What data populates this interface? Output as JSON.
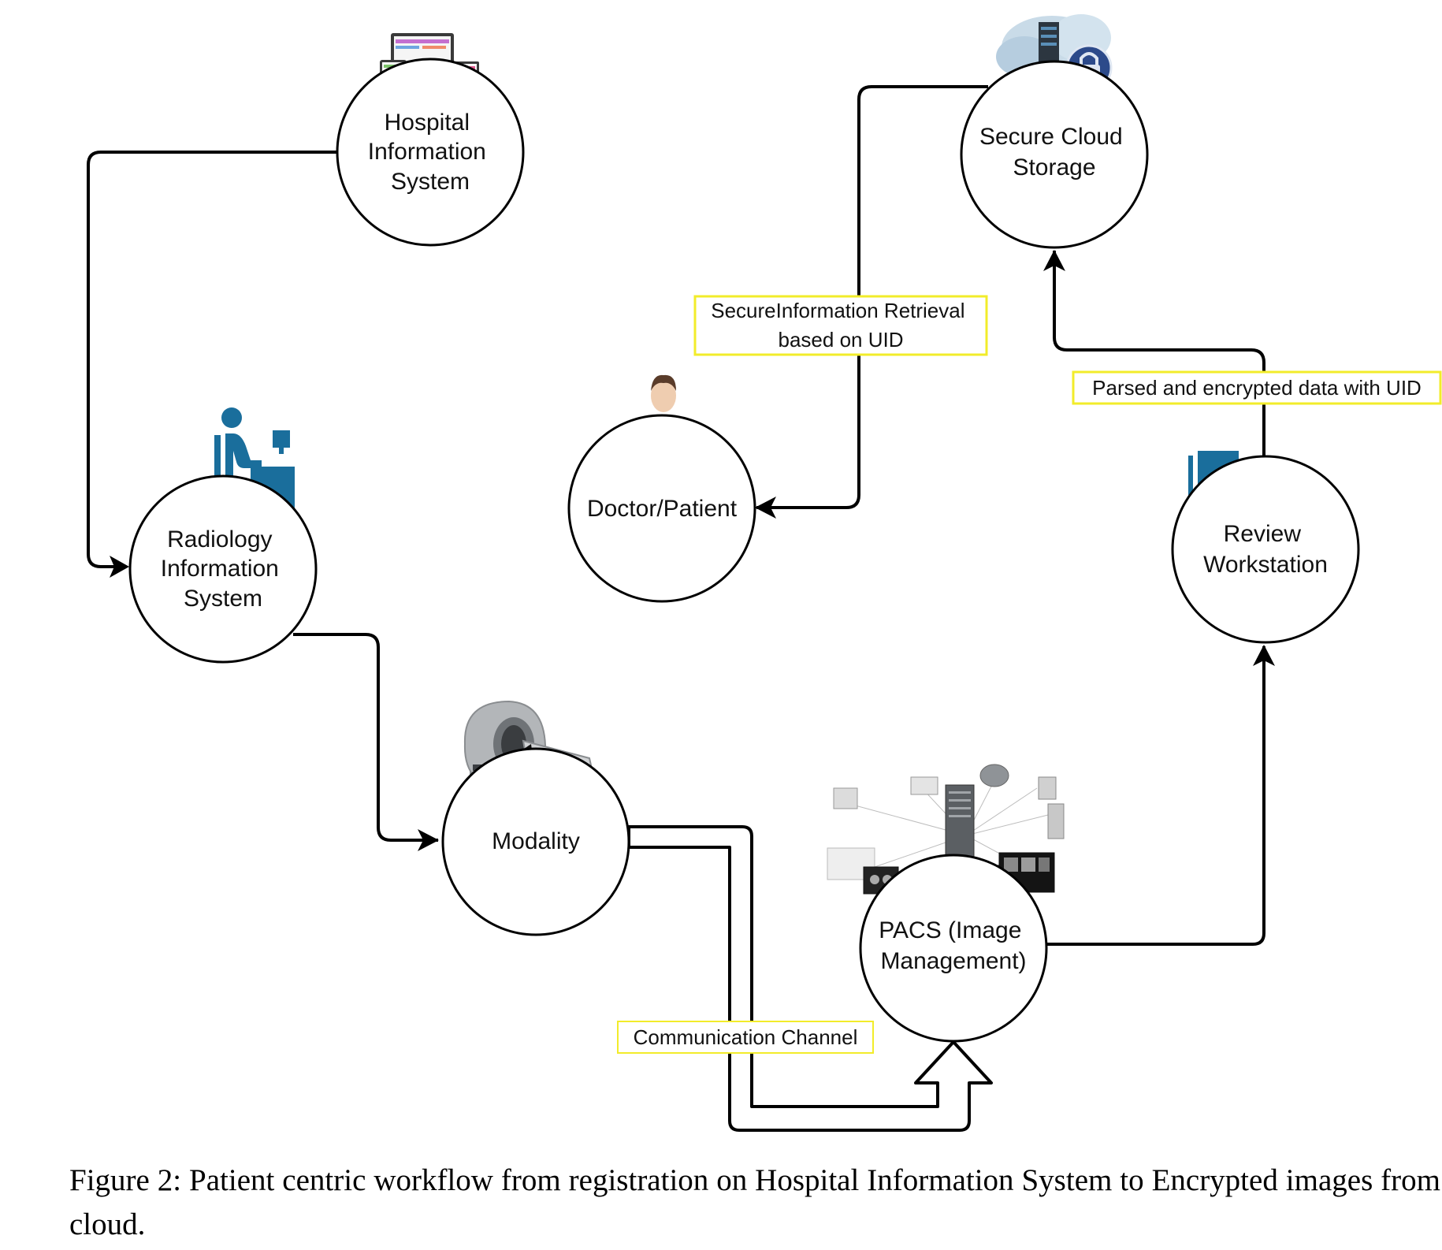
{
  "nodes": {
    "his": [
      "Hospital",
      "Information",
      "System"
    ],
    "ris": [
      "Radiology",
      "Information",
      "System"
    ],
    "modality": [
      "Modality"
    ],
    "pacs": [
      "PACS (Image",
      "Management)"
    ],
    "review": [
      "Review",
      "Workstation"
    ],
    "cloud": [
      "Secure Cloud",
      "Storage"
    ],
    "doctor": [
      "Doctor/Patient"
    ]
  },
  "edge_labels": {
    "retrieval": [
      "SecureInformation Retrieval",
      "based on UID"
    ],
    "parsed": [
      "Parsed and encrypted data with UID"
    ],
    "channel": [
      "Communication Channel"
    ]
  },
  "icons": {
    "his": "multi-device-icon",
    "ris": "person-at-desk-icon",
    "modality": "ct-scanner-icon",
    "pacs": "pacs-network-icon",
    "review": "workstation-icon",
    "cloud": "cloud-lock-icon",
    "doctor": "doctor-icon"
  },
  "colors": {
    "label_border": "#f2ec2a",
    "icon_blue": "#1a6e9c"
  },
  "caption": "Figure 2: Patient centric workflow from registration on Hospital Information System to Encrypted images from cloud."
}
